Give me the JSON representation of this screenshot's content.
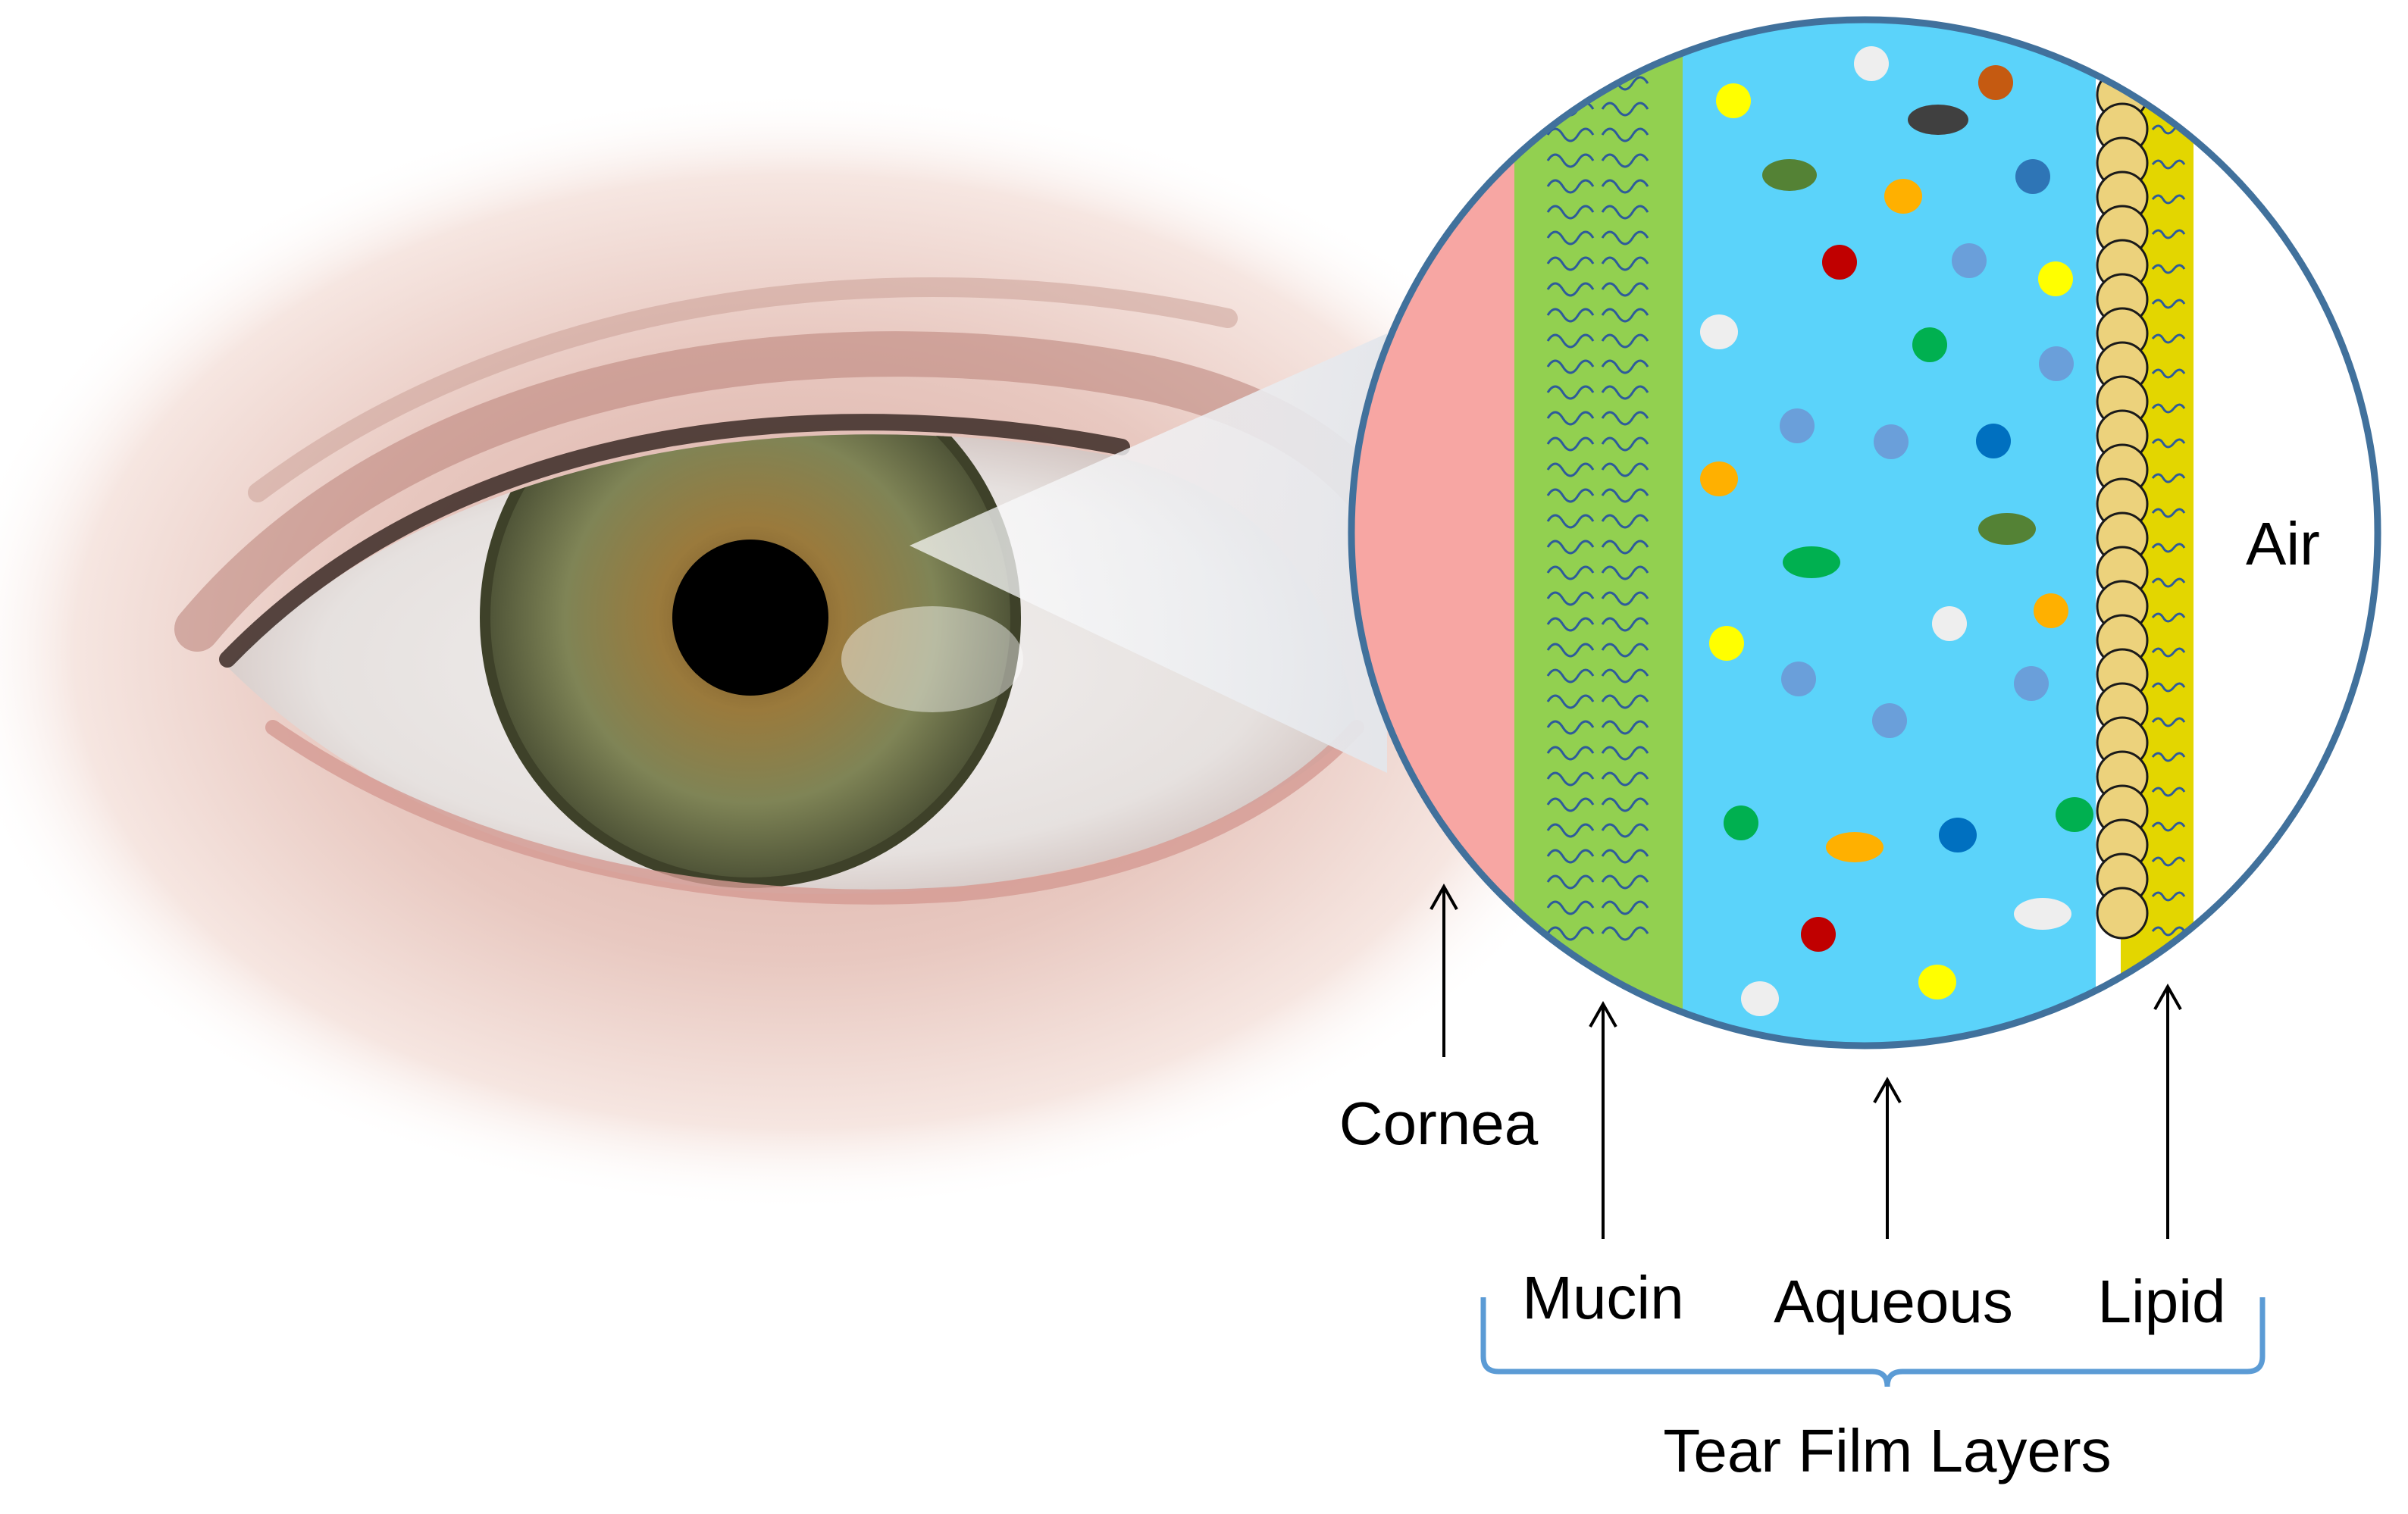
{
  "labels": {
    "air": "Air",
    "cornea": "Cornea",
    "mucin": "Mucin",
    "aqueous": "Aqueous",
    "lipid": "Lipid",
    "tear_film_layers": "Tear Film Layers"
  },
  "colors": {
    "cornea_layer": "#f7a6a3",
    "mucin_layer": "#92d050",
    "aqueous_layer": "#5bd3fa",
    "lipid_band": "#e3d600",
    "lipid_heads": "#ecd27c",
    "circle_border": "#41719c",
    "mucin_strands": "#2e5b9a",
    "bracket": "#5b9bd5",
    "iris": "#8a8454",
    "pupil": "#000000"
  }
}
